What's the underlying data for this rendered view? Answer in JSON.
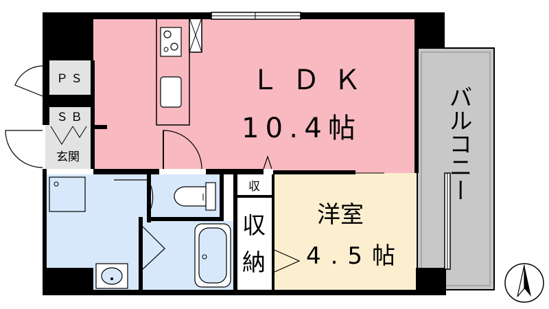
{
  "rooms": {
    "ldk": {
      "name": "ＬＤＫ",
      "size": "10.4帖"
    },
    "western": {
      "name": "洋室",
      "size": "4.5帖"
    },
    "balcony": {
      "name": "バルコニー"
    },
    "pipe_space": {
      "name": "ＰＳ"
    },
    "shoe_box": {
      "name": "ＳＢ"
    },
    "entrance": {
      "name": "玄関"
    },
    "storage_small": {
      "name": "収"
    },
    "storage_closet": {
      "line1": "収",
      "line2": "納"
    }
  },
  "colors": {
    "ldk": "#f8b9c0",
    "western": "#fbefd0",
    "wet_area": "#d7e8fb",
    "balcony": "#c8c8c8",
    "storage": "#ffffff",
    "wall": "#000000"
  },
  "icons": {
    "compass": "north-arrow-icon",
    "stove": "stove-icon",
    "sink": "kitchen-sink-icon",
    "toilet": "toilet-icon",
    "bathtub": "bathtub-icon",
    "washbasin": "washbasin-icon",
    "washer": "washing-machine-pan-icon"
  }
}
